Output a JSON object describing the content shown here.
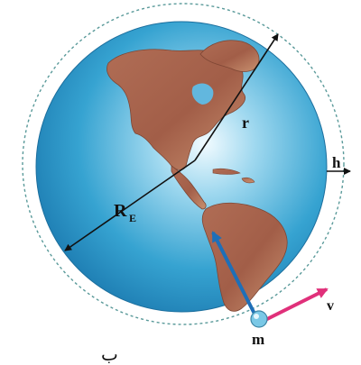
{
  "labels": {
    "radius_earth": "R",
    "radius_earth_subscript": "E",
    "orbit_radius": "r",
    "altitude": "h",
    "satellite_mass": "m",
    "velocity": "v",
    "caption_letter": "ب"
  },
  "colors": {
    "ocean": "#36a3d1",
    "land": "#a8634d",
    "land_highlight": "#d6a58c",
    "orbit": "#5a9a9a",
    "satellite": "#7ac8e6",
    "vector_to_center": "#1e6fb8",
    "velocity_vector": "#e0307a",
    "dimension_lines": "#111111"
  },
  "icons": {
    "earth": "earth-globe-americas",
    "satellite": "satellite-sphere"
  }
}
